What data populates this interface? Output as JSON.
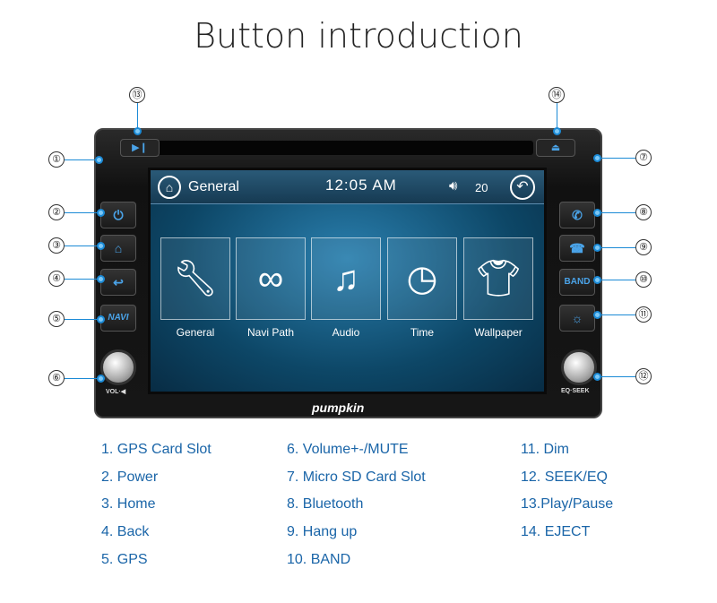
{
  "title": "Button introduction",
  "device": {
    "status_bar": {
      "title": "General",
      "time": "12:05 AM",
      "volume": "20"
    },
    "tiles": [
      {
        "label": "General",
        "icon": "wrench-icon"
      },
      {
        "label": "Navi Path",
        "icon": "path-icon"
      },
      {
        "label": "Audio",
        "icon": "music-icon"
      },
      {
        "label": "Time",
        "icon": "clock-icon"
      },
      {
        "label": "Wallpaper",
        "icon": "shirt-icon"
      }
    ],
    "buttons": {
      "navi": "NAVI",
      "band": "BAND"
    },
    "knobs": {
      "left": "VOL·◀",
      "right": "EQ·SEEK"
    },
    "brand": "pumpkin"
  },
  "callouts": [
    "①",
    "②",
    "③",
    "④",
    "⑤",
    "⑥",
    "⑦",
    "⑧",
    "⑨",
    "⑩",
    "⑪",
    "⑫",
    "⑬",
    "⑭"
  ],
  "legend": [
    [
      "1. GPS Card Slot",
      "2. Power",
      "3. Home",
      "4. Back",
      "5. GPS"
    ],
    [
      "6. Volume+-/MUTE",
      "7. Micro SD Card Slot",
      "8. Bluetooth",
      "9. Hang up",
      "10. BAND"
    ],
    [
      "11. Dim",
      "12. SEEK/EQ",
      "13.Play/Pause",
      "14. EJECT"
    ]
  ],
  "accent": "#1b8ad6"
}
